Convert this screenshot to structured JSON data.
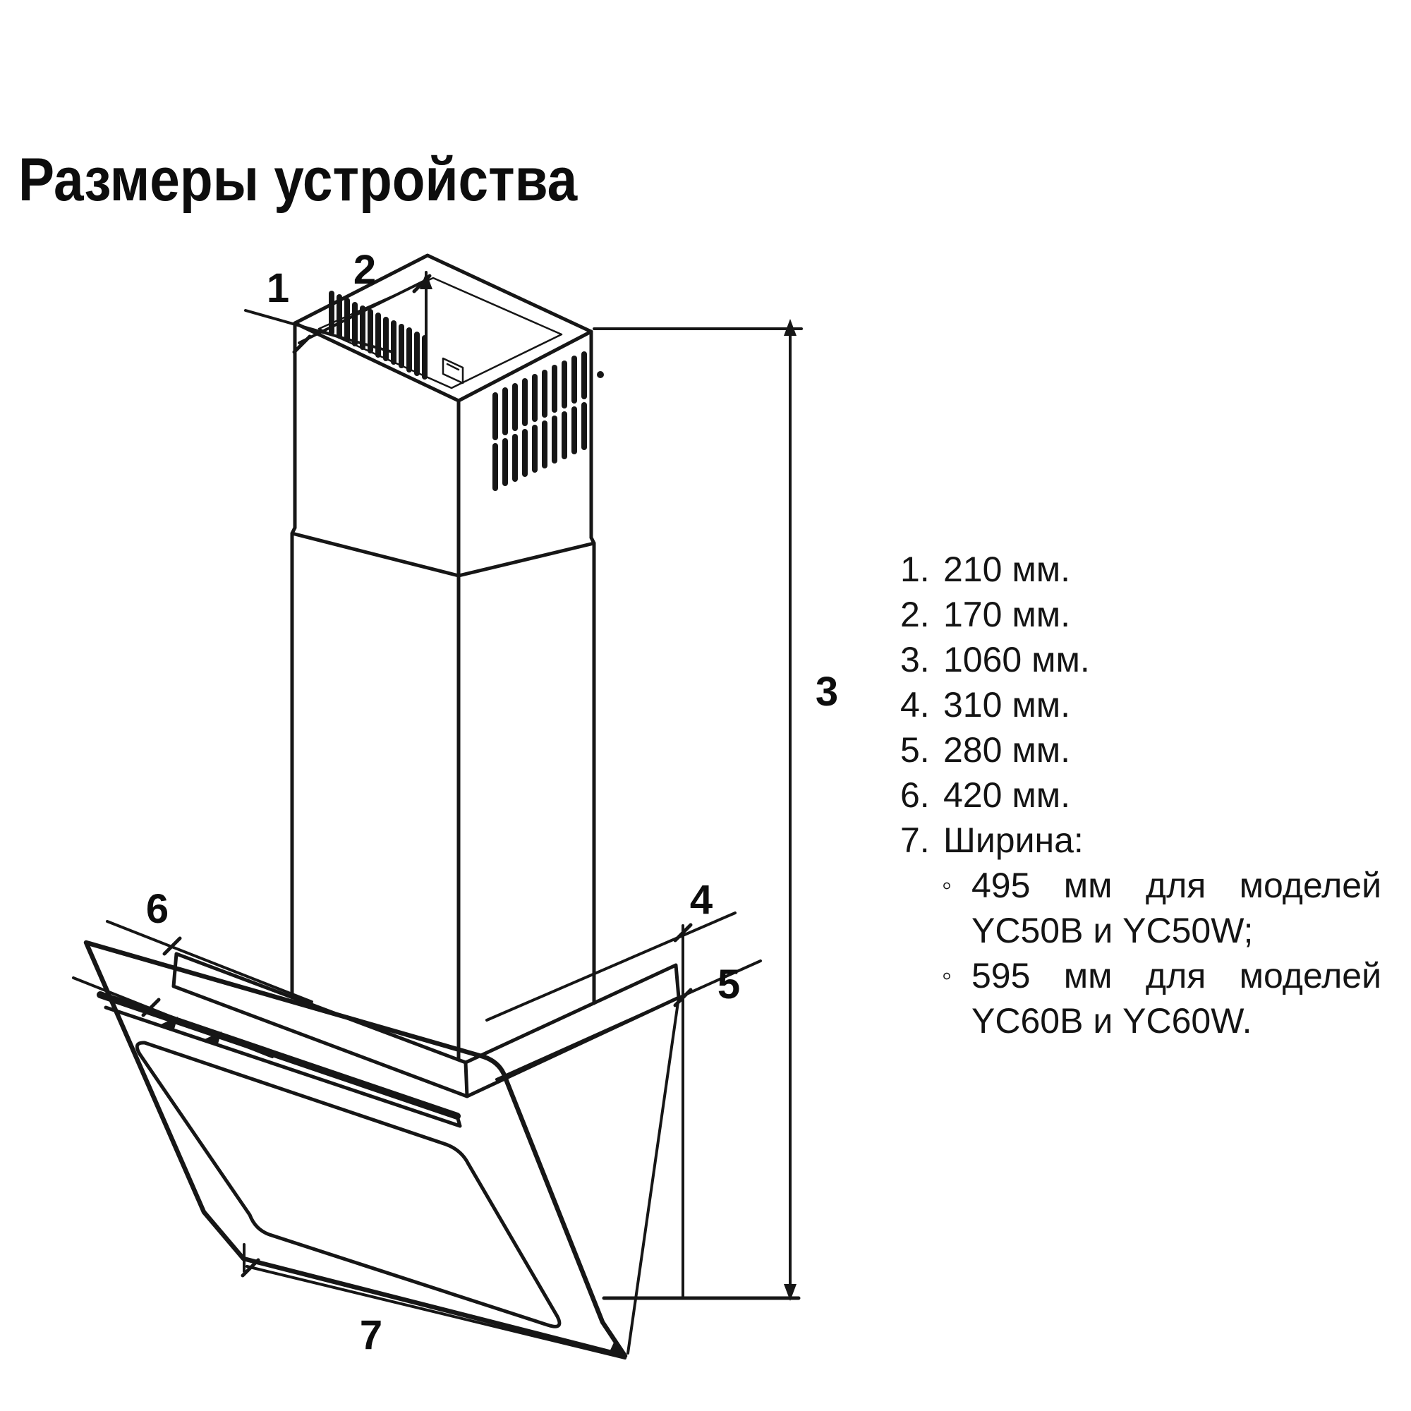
{
  "title": "Размеры устройства",
  "diagram": {
    "description": "isometric line drawing of inclined wall-mounted cooker hood with chimney duct",
    "labels": {
      "d1": "1",
      "d2": "2",
      "d3": "3",
      "d4": "4",
      "d5": "5",
      "d6": "6",
      "d7": "7"
    }
  },
  "dimensions": {
    "items": [
      {
        "num": "1.",
        "value": "210 мм."
      },
      {
        "num": "2.",
        "value": "170 мм."
      },
      {
        "num": "3.",
        "value": "1060 мм."
      },
      {
        "num": "4.",
        "value": "310 мм."
      },
      {
        "num": "5.",
        "value": "280 мм."
      },
      {
        "num": "6.",
        "value": "420 мм."
      },
      {
        "num": "7.",
        "value": "Ширина:"
      }
    ],
    "width_options": [
      {
        "bullet": "◦",
        "line1": "495 мм для моделей",
        "line2": "YC50B и YC50W;"
      },
      {
        "bullet": "◦",
        "line1": "595 мм для моделей",
        "line2": "YC60B и YC60W."
      }
    ]
  }
}
